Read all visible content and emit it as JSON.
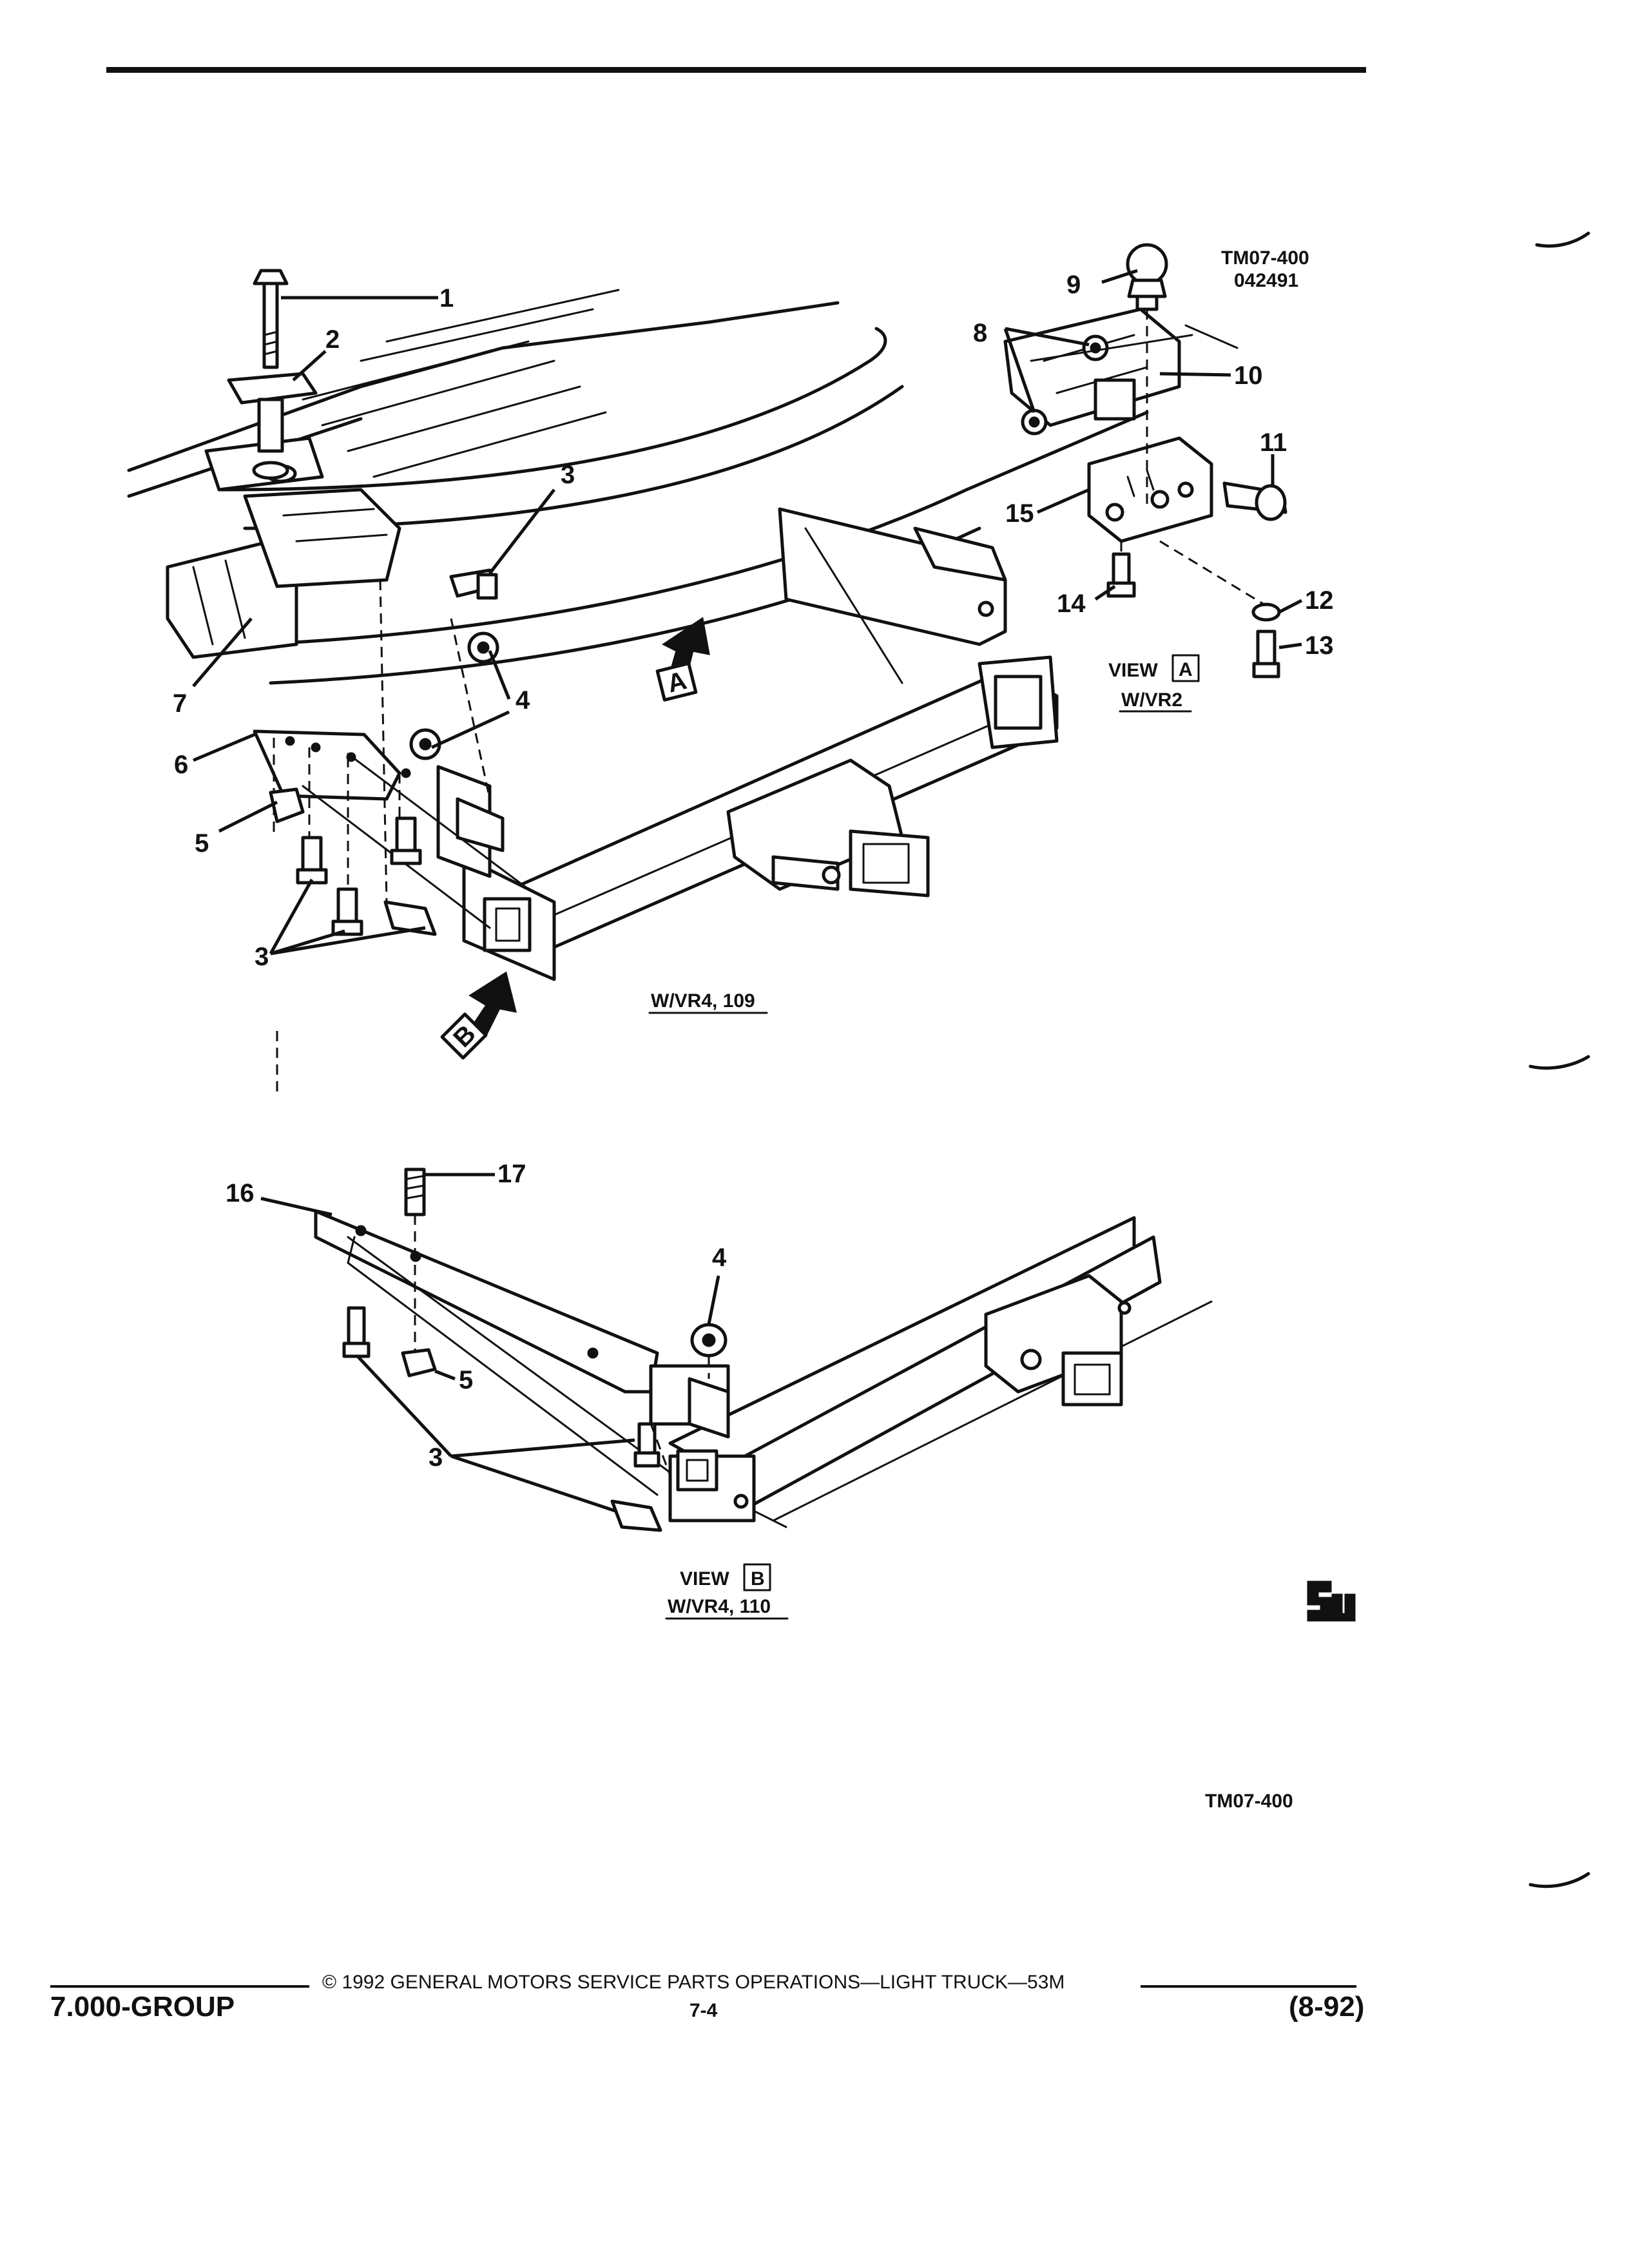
{
  "drawing_ref": {
    "code": "TM07-400",
    "date_code": "042491",
    "bottom_code": "TM07-400"
  },
  "callouts": {
    "c1": "1",
    "c2": "2",
    "c3a": "3",
    "c3b": "3",
    "c3c": "3",
    "c4a": "4",
    "c4b": "4",
    "c5a": "5",
    "c5b": "5",
    "c6": "6",
    "c7": "7",
    "c8": "8",
    "c9": "9",
    "c10": "10",
    "c11": "11",
    "c12": "12",
    "c13": "13",
    "c14": "14",
    "c15": "15",
    "c16": "16",
    "c17": "17"
  },
  "view_markers": {
    "a": "A",
    "b": "B"
  },
  "captions": {
    "view_a_word": "VIEW",
    "view_a_letter": "A",
    "view_a_option": "W/VR2",
    "main_option": "W/VR4, 109",
    "view_b_word": "VIEW",
    "view_b_letter": "B",
    "view_b_option": "W/VR4, 110"
  },
  "footer": {
    "group": "7.000-GROUP",
    "copyright": "© 1992 GENERAL MOTORS SERVICE PARTS OPERATIONS—LIGHT TRUCK—53M",
    "page": "7-4",
    "date": "(8-92)"
  }
}
